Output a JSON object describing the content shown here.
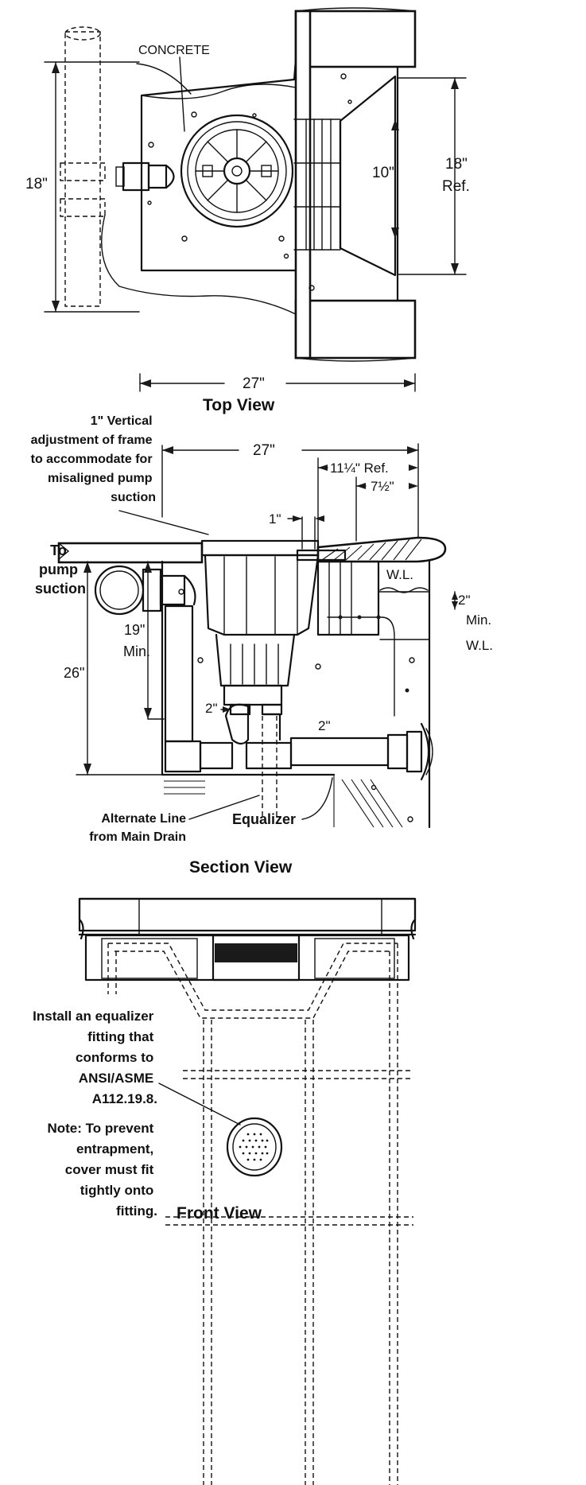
{
  "top_view": {
    "title": "Top View",
    "concrete_label": "CONCRETE",
    "dim_left": "18\"",
    "dim_inner": "10\"",
    "dim_right": "18\"",
    "dim_right_suffix": "Ref.",
    "dim_width": "27\""
  },
  "section_view": {
    "title": "Section View",
    "note_lines": [
      "1\" Vertical",
      "adjustment of frame",
      "to accommodate for",
      "misaligned pump",
      "suction"
    ],
    "dim_width": "27\"",
    "dim_11": "11¼\" Ref.",
    "dim_7": "7½\"",
    "dim_1": "1\"",
    "wl": "W.L.",
    "dim_2_wl": "2\"",
    "min_wl_1": "Min.",
    "min_wl_2": "W.L.",
    "pump_lines": [
      "To",
      "pump",
      "suction"
    ],
    "dim_19": "19\"",
    "dim_19_min": "Min.",
    "dim_26": "26\"",
    "pipe_2_left": "2\"",
    "pipe_2_right": "2\"",
    "alternate_lines": [
      "Alternate Line",
      "from Main Drain"
    ],
    "equalizer": "Equalizer"
  },
  "front_view": {
    "title": "Front View",
    "install_lines": [
      "Install an equalizer",
      "fitting that",
      "conforms to",
      "ANSI/ASME",
      "A112.19.8."
    ],
    "note_lines": [
      "Note: To prevent",
      "entrapment,",
      "cover must fit",
      "tightly onto",
      "fitting."
    ]
  }
}
